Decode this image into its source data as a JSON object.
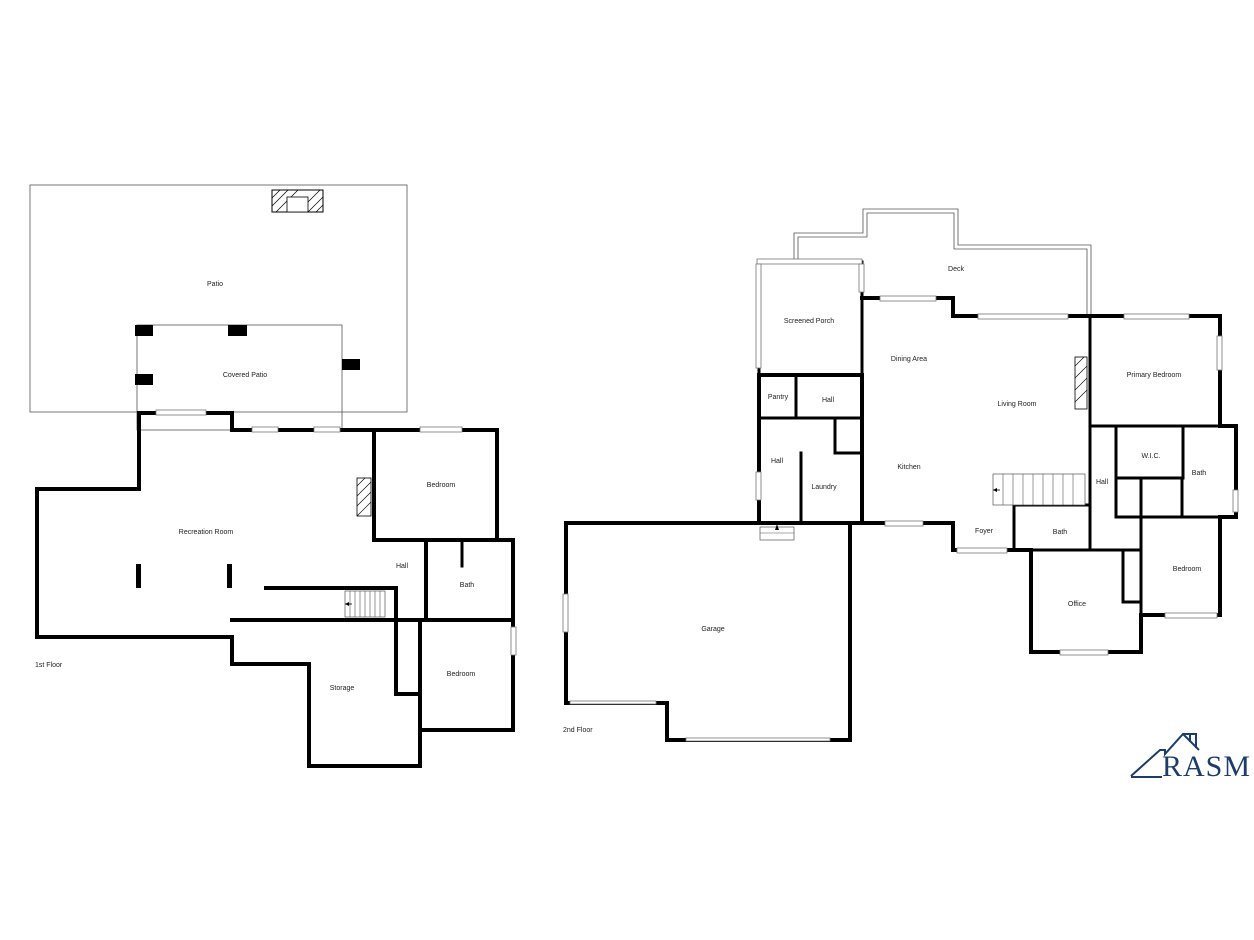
{
  "floors": [
    {
      "label": "1st Floor",
      "rooms": {
        "patio": "Patio",
        "covered_patio": "Covered Patio",
        "recreation_room": "Recreation Room",
        "bedroom_upper": "Bedroom",
        "hall": "Hall",
        "bath": "Bath",
        "storage": "Storage",
        "bedroom_lower": "Bedroom"
      }
    },
    {
      "label": "2nd Floor",
      "rooms": {
        "deck": "Deck",
        "screened_porch": "Screened Porch",
        "dining_area": "Dining Area",
        "living_room": "Living Room",
        "primary_bedroom": "Primary Bedroom",
        "pantry": "Pantry",
        "hall_top": "Hall",
        "hall_left": "Hall",
        "laundry": "Laundry",
        "kitchen": "Kitchen",
        "wic": "W.I.C.",
        "bath_right": "Bath",
        "hall_right": "Hall",
        "foyer": "Foyer",
        "bath_center": "Bath",
        "bedroom": "Bedroom",
        "office": "Office",
        "garage": "Garage"
      }
    }
  ],
  "logo": {
    "text": "RASM",
    "color": "#1c3d6b"
  },
  "colors": {
    "wall": "#000000",
    "background": "#ffffff"
  }
}
